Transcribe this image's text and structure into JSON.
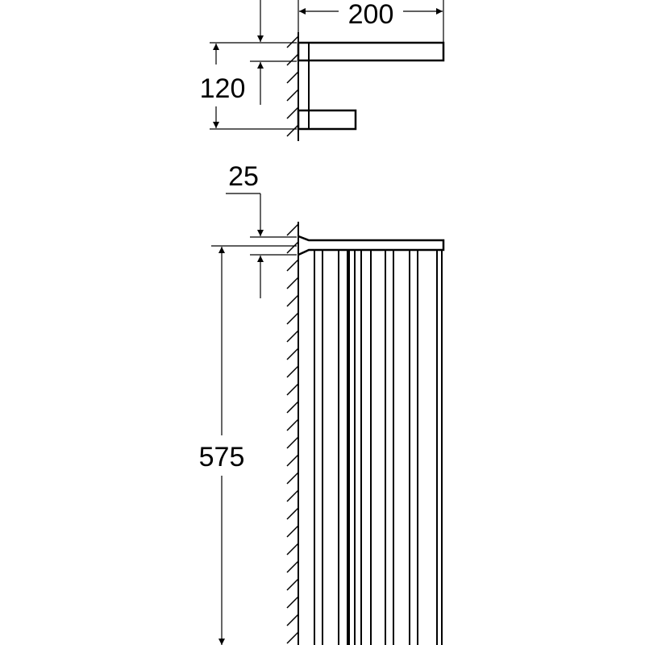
{
  "drawing": {
    "top_view": {
      "width_label": "200",
      "height_label": "120"
    },
    "side_view": {
      "offset_label": "25",
      "height_label": "575"
    },
    "colors": {
      "line": "#000000",
      "background": "#ffffff"
    }
  }
}
